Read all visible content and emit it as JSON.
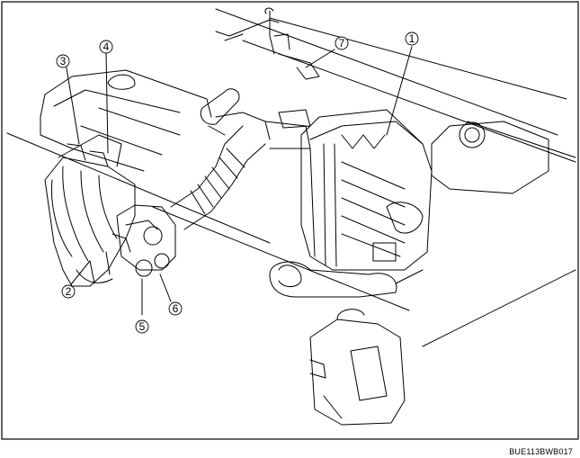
{
  "diagram": {
    "callouts": [
      "1",
      "2",
      "3",
      "4",
      "5",
      "6",
      "7"
    ],
    "figure_code": "BUE113BWB017"
  }
}
